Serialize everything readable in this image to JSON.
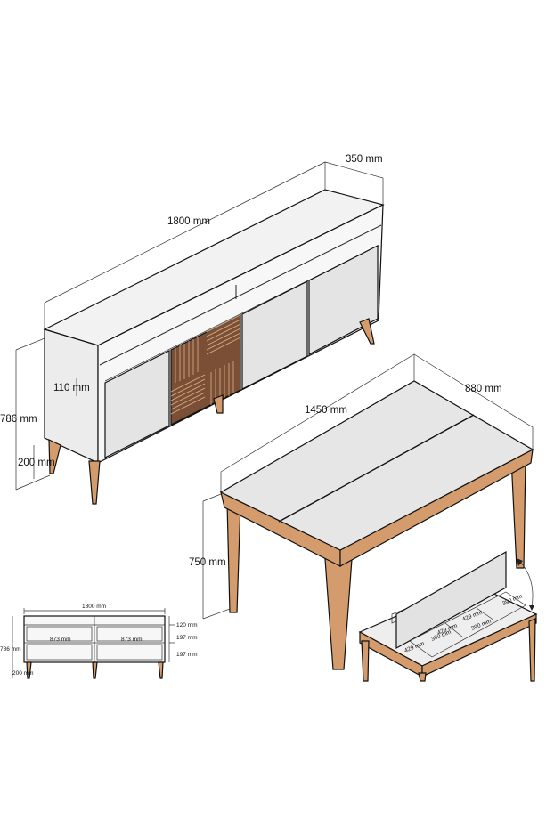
{
  "colors": {
    "background": "#ffffff",
    "panel_fill": "#e4e4e4",
    "top_fill": "#eeeeee",
    "wood_leg": "#d49c6c",
    "slat_wood": "#8b5a3c",
    "line": "#222222"
  },
  "sideboard": {
    "width_label": "1800 mm",
    "depth_label": "350 mm",
    "height_label": "786 mm",
    "shelf_label": "110 mm",
    "leg_label": "200 mm"
  },
  "table": {
    "length_label": "1450 mm",
    "width_label": "880 mm",
    "height_label": "750 mm"
  },
  "front_view": {
    "width_label": "1800 mm",
    "height_label": "786 mm",
    "leg_label": "200 mm",
    "section_left_label": "873 mm",
    "section_right_label": "873 mm",
    "row_labels": [
      "120 mm",
      "197 mm",
      "197 mm"
    ]
  },
  "storage_detail": {
    "labels": [
      "429 mm",
      "429 mm",
      "429 mm",
      "390 mm",
      "390 mm",
      "390 mm"
    ]
  }
}
